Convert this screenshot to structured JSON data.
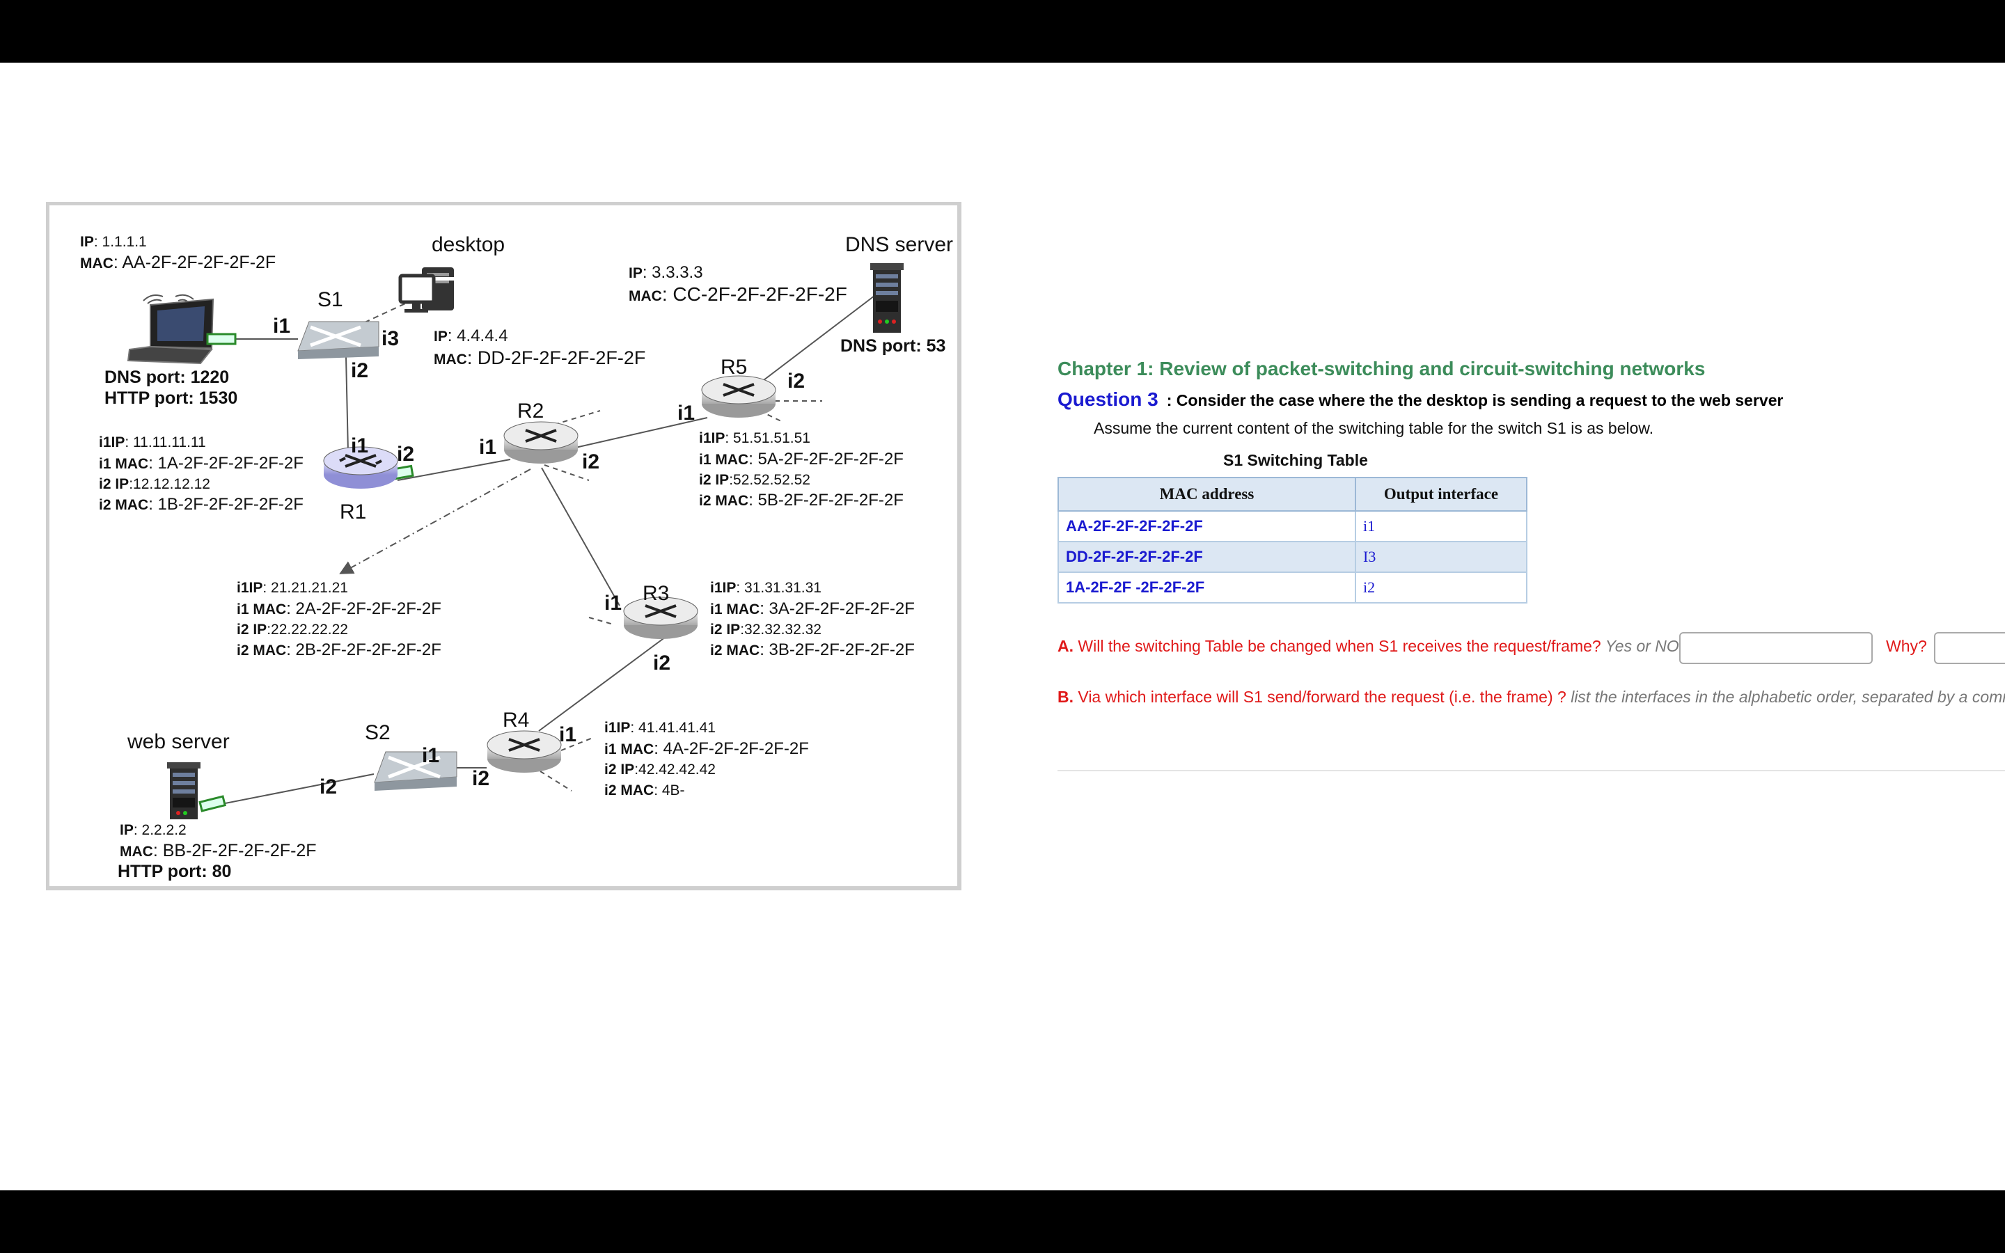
{
  "diagram": {
    "nodes": {
      "desktop": "desktop",
      "dns_server": "DNS server",
      "web_server": "web server",
      "s1": "S1",
      "s2": "S2",
      "r1": "R1",
      "r2": "R2",
      "r3": "R3",
      "r4": "R4",
      "r5": "R5"
    },
    "laptop": {
      "ip_key": "IP",
      "ip": ": 1.1.1.1",
      "mac_key": "MAC",
      "mac": ": AA-2F-2F-2F-2F-2F",
      "dns_port": "DNS port: 1220",
      "http_port": "HTTP port: 1530"
    },
    "desktop_info": {
      "ip_key": "IP",
      "ip": ": 4.4.4.4",
      "mac_key": "MAC",
      "mac": ": DD-2F-2F-2F-2F-2F"
    },
    "dns_info": {
      "ip_key": "IP",
      "ip": ": 3.3.3.3",
      "mac_key": "MAC",
      "mac": ": CC-2F-2F-2F-2F-2F",
      "port": "DNS port: 53"
    },
    "web_info": {
      "ip_key": "IP",
      "ip": ": 2.2.2.2",
      "mac_key": "MAC",
      "mac": ": BB-2F-2F-2F-2F-2F",
      "port": "HTTP port: 80"
    },
    "r1_info": {
      "l1k": "i1IP",
      "l1": ": 11.11.11.11",
      "l2k": "i1 MAC",
      "l2": ": 1A-2F-2F-2F-2F-2F",
      "l3k": "i2 IP",
      "l3": ":12.12.12.12",
      "l4k": "i2 MAC",
      "l4": ": 1B-2F-2F-2F-2F-2F"
    },
    "r2_info": {
      "l1k": "i1IP",
      "l1": ": 21.21.21.21",
      "l2k": "i1 MAC",
      "l2": ": 2A-2F-2F-2F-2F-2F",
      "l3k": "i2 IP",
      "l3": ":22.22.22.22",
      "l4k": "i2 MAC",
      "l4": ": 2B-2F-2F-2F-2F-2F"
    },
    "r3_info": {
      "l1k": "i1IP",
      "l1": ": 31.31.31.31",
      "l2k": "i1 MAC",
      "l2": ": 3A-2F-2F-2F-2F-2F",
      "l3k": "i2 IP",
      "l3": ":32.32.32.32",
      "l4k": "i2 MAC",
      "l4": ": 3B-2F-2F-2F-2F-2F"
    },
    "r4_info": {
      "l1k": "i1IP",
      "l1": ": 41.41.41.41",
      "l2k": "i1 MAC",
      "l2": ": 4A-2F-2F-2F-2F-2F",
      "l3k": "i2 IP",
      "l3": ":42.42.42.42",
      "l4k": "i2 MAC",
      "l4": ": 4B-"
    },
    "r5_info": {
      "l1k": "i1IP",
      "l1": ": 51.51.51.51",
      "l2k": "i1 MAC",
      "l2": ": 5A-2F-2F-2F-2F-2F",
      "l3k": "i2 IP",
      "l3": ":52.52.52.52",
      "l4k": "i2 MAC",
      "l4": ": 5B-2F-2F-2F-2F-2F"
    },
    "iface": {
      "i1": "i1",
      "i2": "i2",
      "i3": "i3"
    }
  },
  "panel": {
    "chapter": "Chapter 1: Review of packet-switching and circuit-switching networks",
    "question_num": "Question 3",
    "question_text": ":   Consider the case where the the desktop is sending a request to the web server",
    "assume": "Assume the current content of the switching table for the switch S1 is as below.",
    "table_title": "S1 Switching Table",
    "table": {
      "col_mac": "MAC address",
      "col_out": "Output interface",
      "rows": [
        {
          "mac": "AA-2F-2F-2F-2F-2F",
          "out": "i1"
        },
        {
          "mac": "DD-2F-2F-2F-2F-2F",
          "out": "I3"
        },
        {
          "mac": "1A-2F-2F -2F-2F-2F",
          "out": "i2"
        }
      ]
    },
    "qa_letter": "A.",
    "qa_text": " Will the switching Table be changed when S1 receives the request/frame?",
    "qa_hint": " Yes or NO",
    "qa_answer": "",
    "why_label": "Why?",
    "why_answer": "",
    "qb_letter": "B.",
    "qb_text": "  Via which interface will S1 send/forward the request (i.e. the frame) ?",
    "qb_hint": " list the interfaces in the alphabetic order, separated by a comma"
  },
  "colors": {
    "chapter": "#3c8c5a",
    "question": "#1a1ad0",
    "prompt": "#e01919",
    "table_header": "#dce7f3"
  }
}
